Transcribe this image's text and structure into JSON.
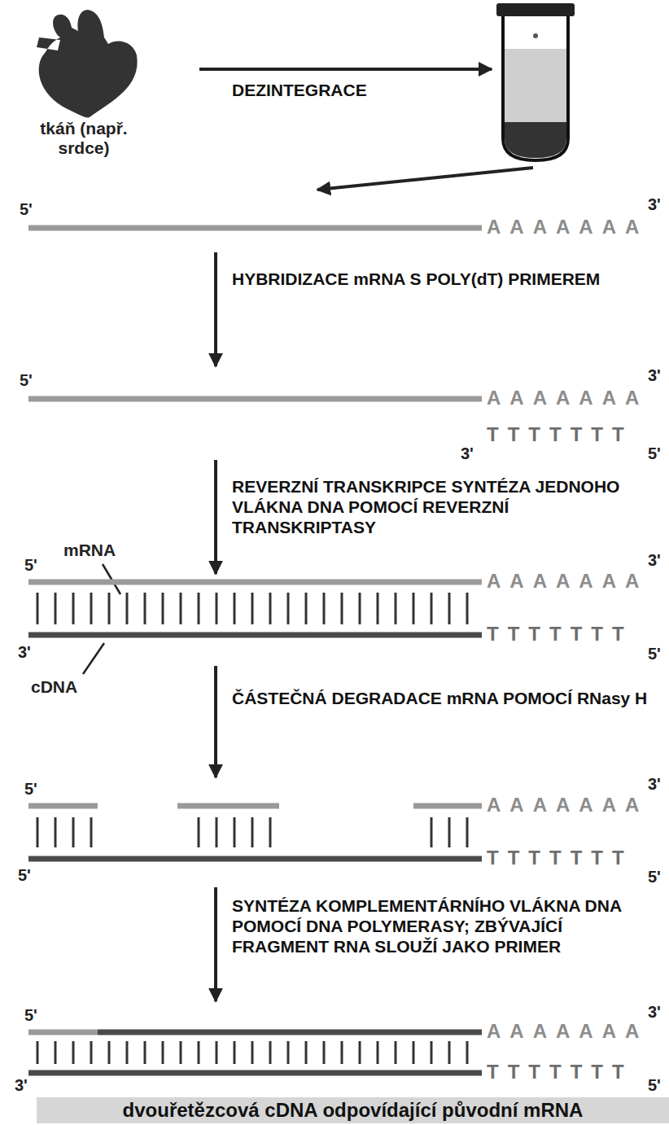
{
  "diagram": {
    "caption": "dvouřetězcová cDNA odpovídající původní mRNA",
    "nodes": [
      {
        "text": [
          "tkáň (např. srdce)"
        ]
      }
    ],
    "labels": [
      "DEZINTEGRACE",
      "5'",
      "3'",
      "AAAAAAA",
      "HYBRIDIZACE mRNA S POLY(dT) PRIMEREM",
      "5'",
      "3'",
      "AAAAAAA",
      "TTTTTTT",
      "3'",
      "5'",
      "REVERZNÍ TRANSKRIPCE SYNTÉZA JEDNOHO VLÁKNA DNA POMOCÍ REVERZNÍ TRANSKRIPTASY",
      "mRNA",
      "5'",
      "3'",
      "AAAAAAA",
      "TTTTTTT",
      "3'",
      "5'",
      "cDNA",
      "ČÁSTEČNÁ DEGRADACE mRNA POMOCÍ RNasy H",
      "5'",
      "3'",
      "AAAAAAA",
      "TTTTTTT",
      "5'",
      "5'",
      "SYNTÉZA KOMPLEMENTÁRNÍHO VLÁKNA DNA POMOCÍ DNA POLYMERASY; ZBÝVAJÍCÍ FRAGMENT RNA SLOUŽÍ JAKO PRIMER",
      "5'",
      "3'",
      "AAAAAAA",
      "TTTTTTT",
      "3'",
      "5'"
    ]
  }
}
